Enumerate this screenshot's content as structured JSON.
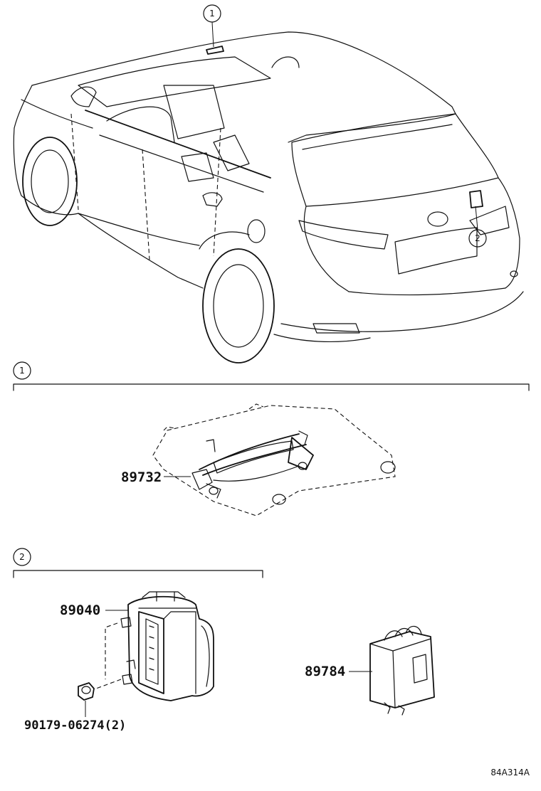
{
  "callouts": {
    "c1": "1",
    "c2": "2"
  },
  "sections": {
    "s1": {
      "badge": "1"
    },
    "s2": {
      "badge": "2"
    }
  },
  "parts": {
    "p89732": "89732",
    "p89040": "89040",
    "p90179": "90179-06274(2)",
    "p89784": "89784"
  },
  "reference_code": "84A314A",
  "icons": {
    "vehicle": "suv-rear-three-quarter-icon",
    "overhead_console_sensor": "overhead-console-sensor-icon",
    "radar_sensor_module": "radar-sensor-bracket-icon",
    "control_unit": "ecu-box-icon",
    "bolt": "bolt-icon"
  }
}
